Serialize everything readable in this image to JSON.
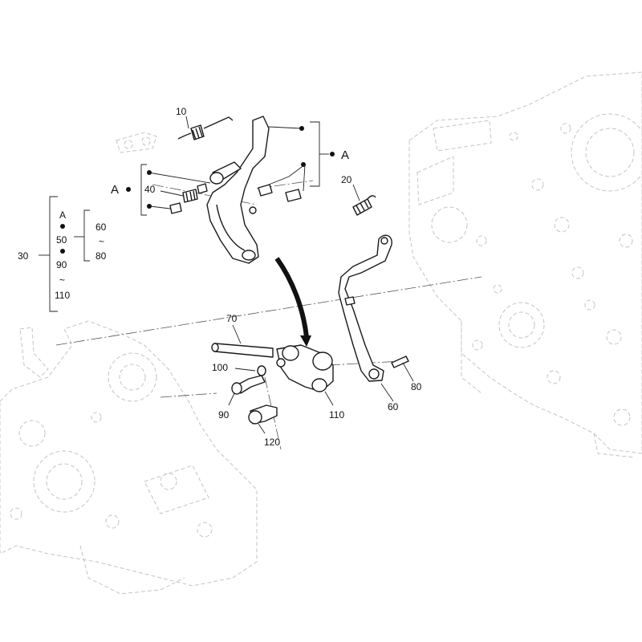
{
  "callouts": {
    "c10": "10",
    "c20": "20",
    "c30": "30",
    "c40": "40",
    "c60_right": "60",
    "c70": "70",
    "c80_right": "80",
    "c90_lower": "90",
    "c100": "100",
    "c110": "110",
    "c120": "120"
  },
  "group_labels": {
    "a_top_right": "A",
    "a_left": "A"
  },
  "kit_list": {
    "first": "A",
    "second": "50",
    "third": "90",
    "tilde_left": "~",
    "fourth": "110",
    "sub_first": "60",
    "tilde_right": "~",
    "sub_second": "80"
  },
  "colors": {
    "line": "#1a1a1a",
    "ghost": "#c4c4c4",
    "background": "#ffffff"
  }
}
